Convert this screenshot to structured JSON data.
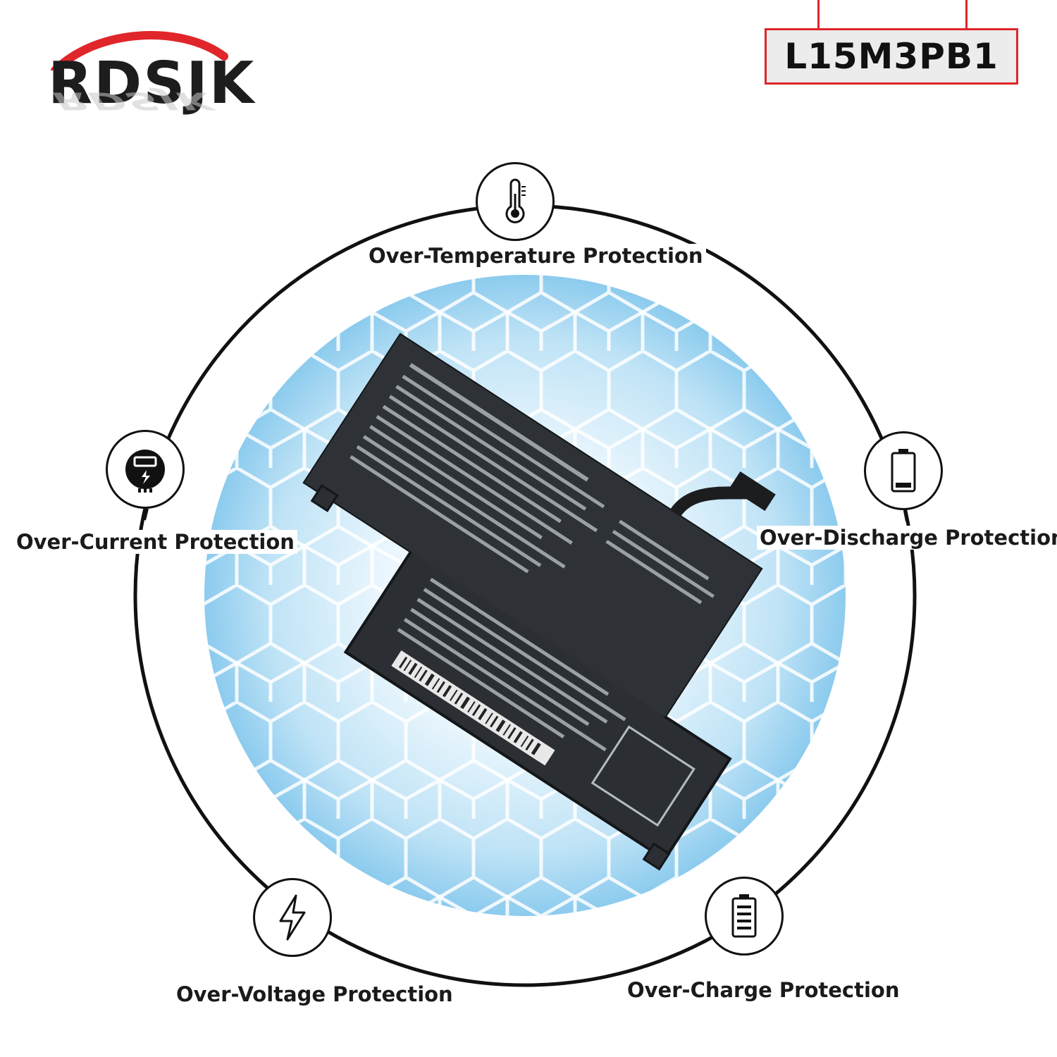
{
  "brand": {
    "name": "RDSJK"
  },
  "model": {
    "label": "L15M3PB1"
  },
  "features": [
    {
      "label": "Over-Temperature Protection",
      "icon": "thermometer-icon"
    },
    {
      "label": "Over-Current Protection",
      "icon": "current-meter-icon"
    },
    {
      "label": "Over-Discharge Protection",
      "icon": "battery-low-icon"
    },
    {
      "label": "Over-Voltage Protection",
      "icon": "lightning-icon"
    },
    {
      "label": "Over-Charge Protection",
      "icon": "battery-full-icon"
    }
  ],
  "colors": {
    "accent": "#e0262a",
    "glow": "#9fd3ef"
  }
}
